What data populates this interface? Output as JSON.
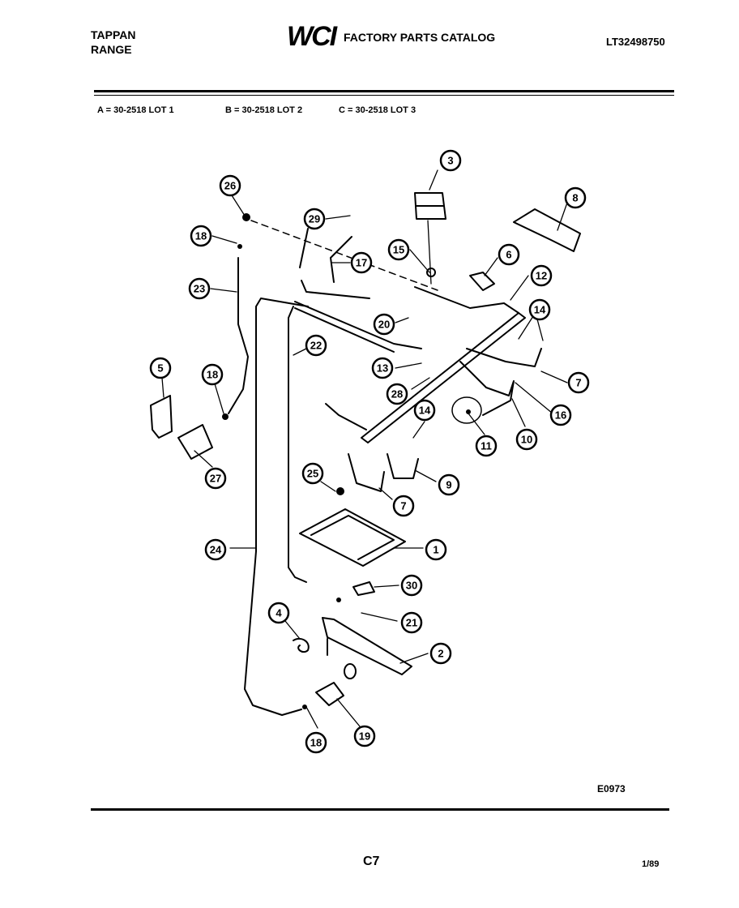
{
  "header": {
    "brand_line1": "TAPPAN",
    "brand_line2": "RANGE",
    "logo": "WCI",
    "catalog_title": "FACTORY PARTS CATALOG",
    "model_number": "LT32498750"
  },
  "lots": [
    {
      "key": "A",
      "text": "A = 30-2518 LOT 1"
    },
    {
      "key": "B",
      "text": "B = 30-2518 LOT 2"
    },
    {
      "key": "C",
      "text": "C = 30-2518 LOT 3"
    }
  ],
  "callouts": [
    "3",
    "26",
    "29",
    "8",
    "18",
    "17",
    "15",
    "6",
    "12",
    "23",
    "14",
    "20",
    "22",
    "5",
    "18",
    "13",
    "7",
    "28",
    "16",
    "14",
    "11",
    "10",
    "27",
    "25",
    "9",
    "7",
    "1",
    "24",
    "30",
    "4",
    "21",
    "2",
    "18",
    "19"
  ],
  "footer": {
    "figure_code": "E0973",
    "page": "C7",
    "date": "1/89"
  }
}
